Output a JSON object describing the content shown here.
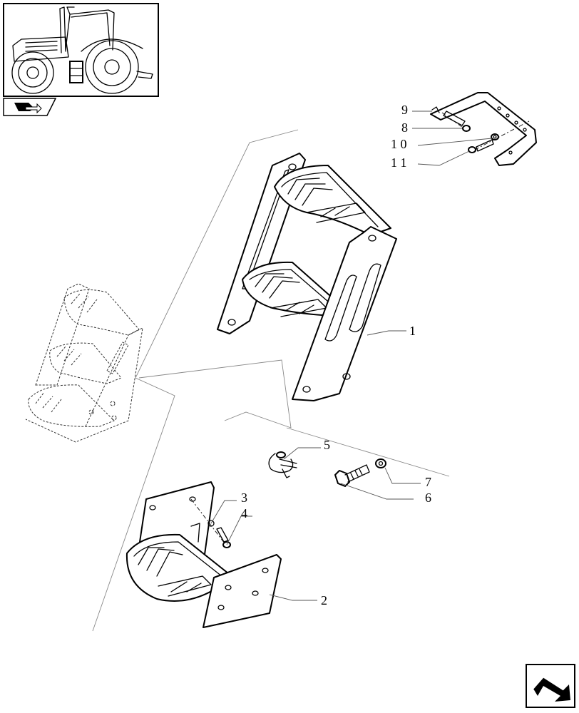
{
  "callouts": {
    "c1": "1",
    "c2": "2",
    "c3": "3",
    "c4": "4",
    "c5": "5",
    "c6": "6",
    "c7": "7",
    "c8": "8",
    "c9": "9",
    "c10": "1 0",
    "c11": "1 1"
  },
  "icons": {
    "top_left_tab": "book-with-arrow-icon",
    "bottom_right_nav": "next-page-arrow-icon",
    "thumbnail": "tractor-thumbnail"
  }
}
